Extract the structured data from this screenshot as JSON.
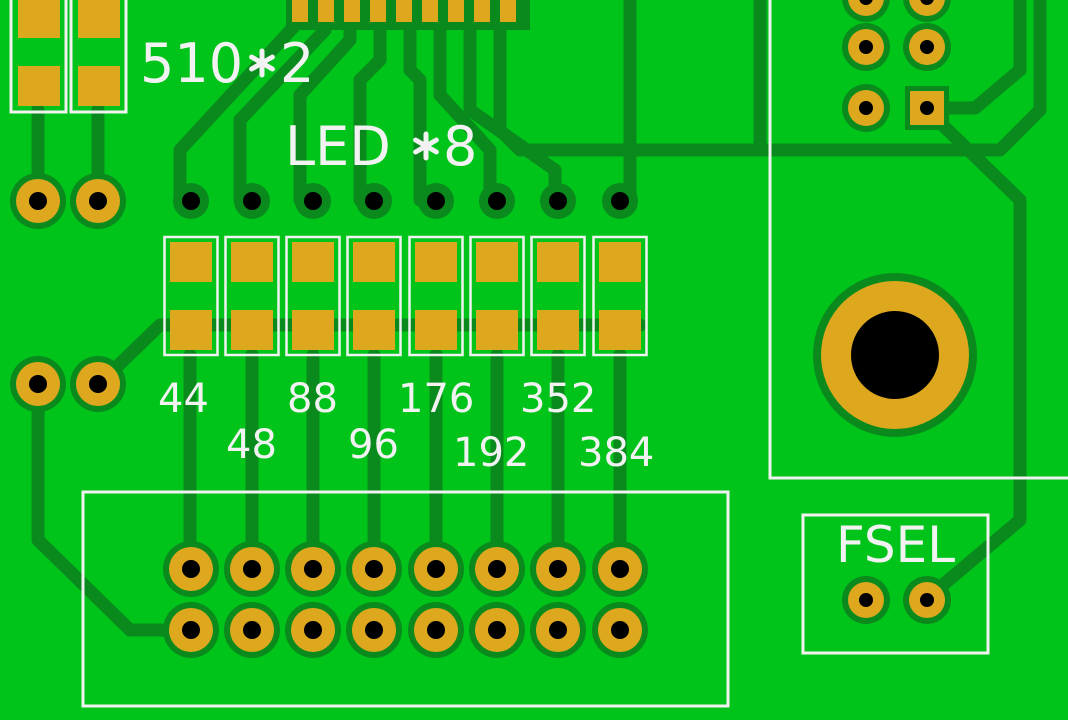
{
  "board": {
    "colors": {
      "substrate": "#00c41a",
      "trace": "#0a8a1c",
      "trace_dark": "#086b16",
      "copper": "#dea81e",
      "drill": "#000000",
      "silkscreen": "#f2f2f2"
    }
  },
  "labels": {
    "resistor_group": "510",
    "resistor_count": "2",
    "led_group": "LED",
    "led_count": "8",
    "freq_values": [
      "44",
      "48",
      "88",
      "96",
      "176",
      "192",
      "352",
      "384"
    ],
    "jumper": "FSEL"
  },
  "icons": {
    "multiply": "asterisk-glyph"
  }
}
